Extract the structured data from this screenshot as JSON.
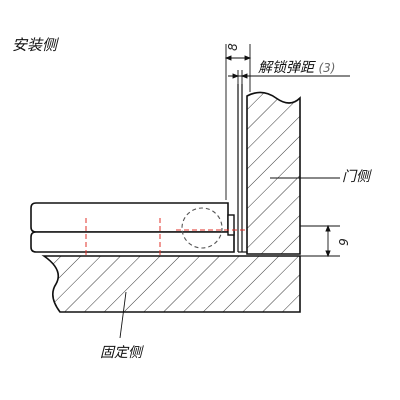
{
  "labels": {
    "install_side": "安装侧",
    "unlock_distance": "解锁弹距",
    "unlock_distance_value": "(3)",
    "door_side": "门侧",
    "fixed_side": "固定侧"
  },
  "dimensions": {
    "gap": "8",
    "height": "9"
  },
  "colors": {
    "line": "#111111",
    "hatch": "#222222",
    "centerline": "#e0302a",
    "hidden": "#555555"
  }
}
